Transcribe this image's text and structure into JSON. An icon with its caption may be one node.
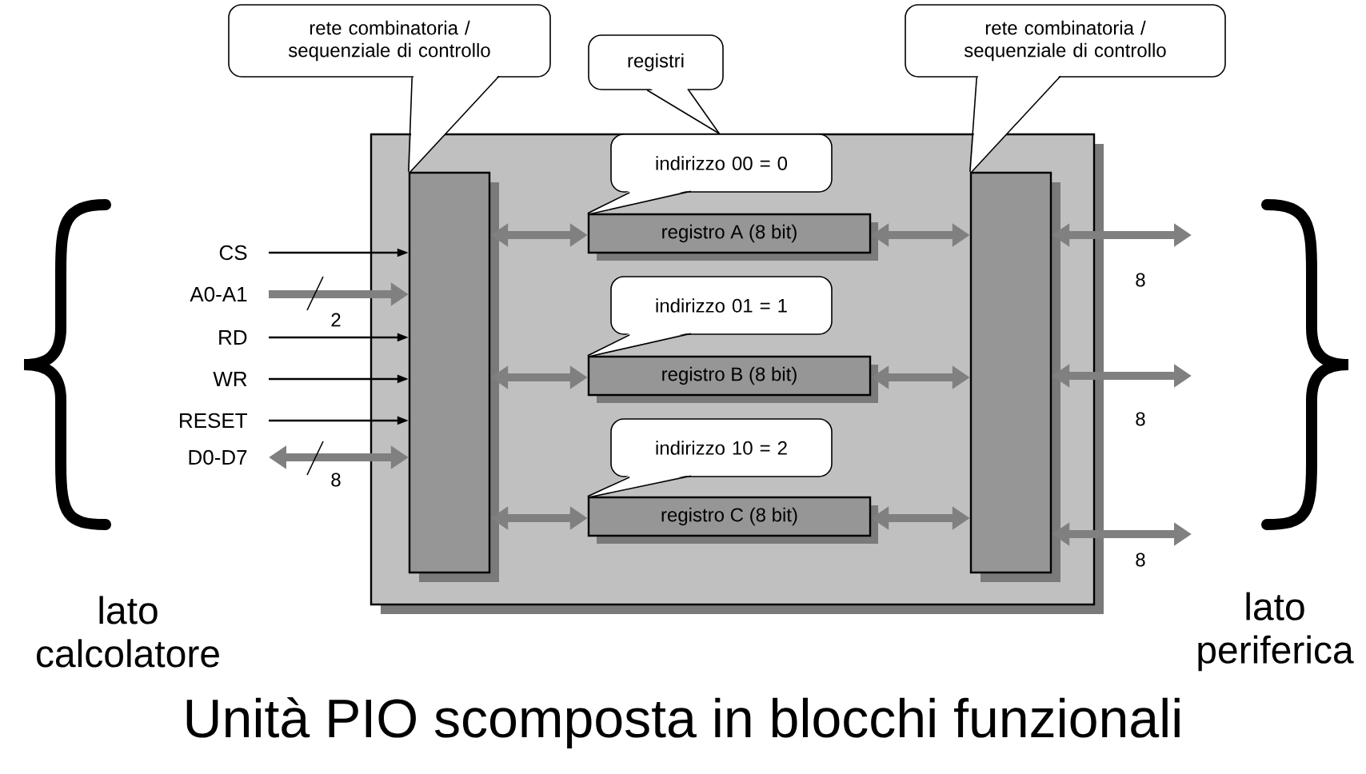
{
  "diagram": {
    "caption": "Unità PIO scomposta in blocchi funzionali",
    "nodes": [
      {
        "text": [],
        "shape": "box"
      },
      {
        "text": [],
        "shape": "bar",
        "in": 0
      },
      {
        "text": [],
        "shape": "bar",
        "in": 0
      },
      {
        "text": [
          "registro A (8 bit)"
        ],
        "in": 0
      },
      {
        "text": [
          "registro B (8 bit)"
        ],
        "in": 0
      },
      {
        "text": [
          "registro C (8 bit)"
        ],
        "in": 0
      },
      {
        "text": [
          "rete combinatoria / sequenziale di controllo"
        ]
      },
      {
        "text": [
          "registri"
        ]
      },
      {
        "text": [
          "rete combinatoria / sequenziale di controllo"
        ]
      },
      {
        "text": [
          "indirizzo 00 = 0"
        ],
        "in": 0
      },
      {
        "text": [
          "indirizzo 01 = 1"
        ],
        "in": 0
      },
      {
        "text": [
          "indirizzo 10 = 2"
        ],
        "in": 0
      },
      {
        "text": [
          "CS"
        ]
      },
      {
        "text": [
          "A0-A1"
        ]
      },
      {
        "text": [
          "RD"
        ]
      },
      {
        "text": [
          "WR"
        ]
      },
      {
        "text": [
          "RESET"
        ]
      },
      {
        "text": [
          "D0-D7"
        ]
      }
    ],
    "edges": [
      {
        "from": 12,
        "to": 1,
        "arrow": "to",
        "color": "#000000"
      },
      {
        "from": 13,
        "to": 1,
        "arrow": "to"
      },
      {
        "from": 14,
        "to": 1,
        "arrow": "to",
        "color": "#000000"
      },
      {
        "from": 15,
        "to": 1,
        "arrow": "to",
        "color": "#000000"
      },
      {
        "from": 16,
        "to": 1,
        "arrow": "to",
        "color": "#000000"
      },
      {
        "from": 17,
        "to": 1,
        "arrow": "both"
      },
      {
        "from": 1,
        "to": 3,
        "arrow": "both"
      },
      {
        "from": 3,
        "to": 2,
        "arrow": "both"
      },
      {
        "from": 1,
        "to": 4,
        "arrow": "both"
      },
      {
        "from": 4,
        "to": 2,
        "arrow": "both"
      },
      {
        "from": 1,
        "to": 5,
        "arrow": "both"
      },
      {
        "from": 5,
        "to": 2,
        "arrow": "both"
      },
      {
        "from": 2,
        "to": null,
        "arrow": "both"
      },
      {
        "from": 2,
        "to": null,
        "arrow": "both"
      },
      {
        "from": 2,
        "to": null,
        "arrow": "both"
      },
      {
        "from": 6,
        "to": 1,
        "arrow": "none",
        "color": "#000000"
      },
      {
        "from": 7,
        "to": 0,
        "arrow": "none",
        "color": "#000000"
      },
      {
        "from": 8,
        "to": 2,
        "arrow": "none",
        "color": "#000000"
      },
      {
        "from": 9,
        "to": 3,
        "arrow": "none",
        "color": "#000000"
      },
      {
        "from": 10,
        "to": 4,
        "arrow": "none",
        "color": "#000000"
      },
      {
        "from": 11,
        "to": 5,
        "arrow": "none",
        "color": "#000000"
      }
    ],
    "labels": [
      "8",
      "2",
      "8",
      "8",
      "8",
      "lato calcolatore",
      "lato periferica"
    ]
  }
}
